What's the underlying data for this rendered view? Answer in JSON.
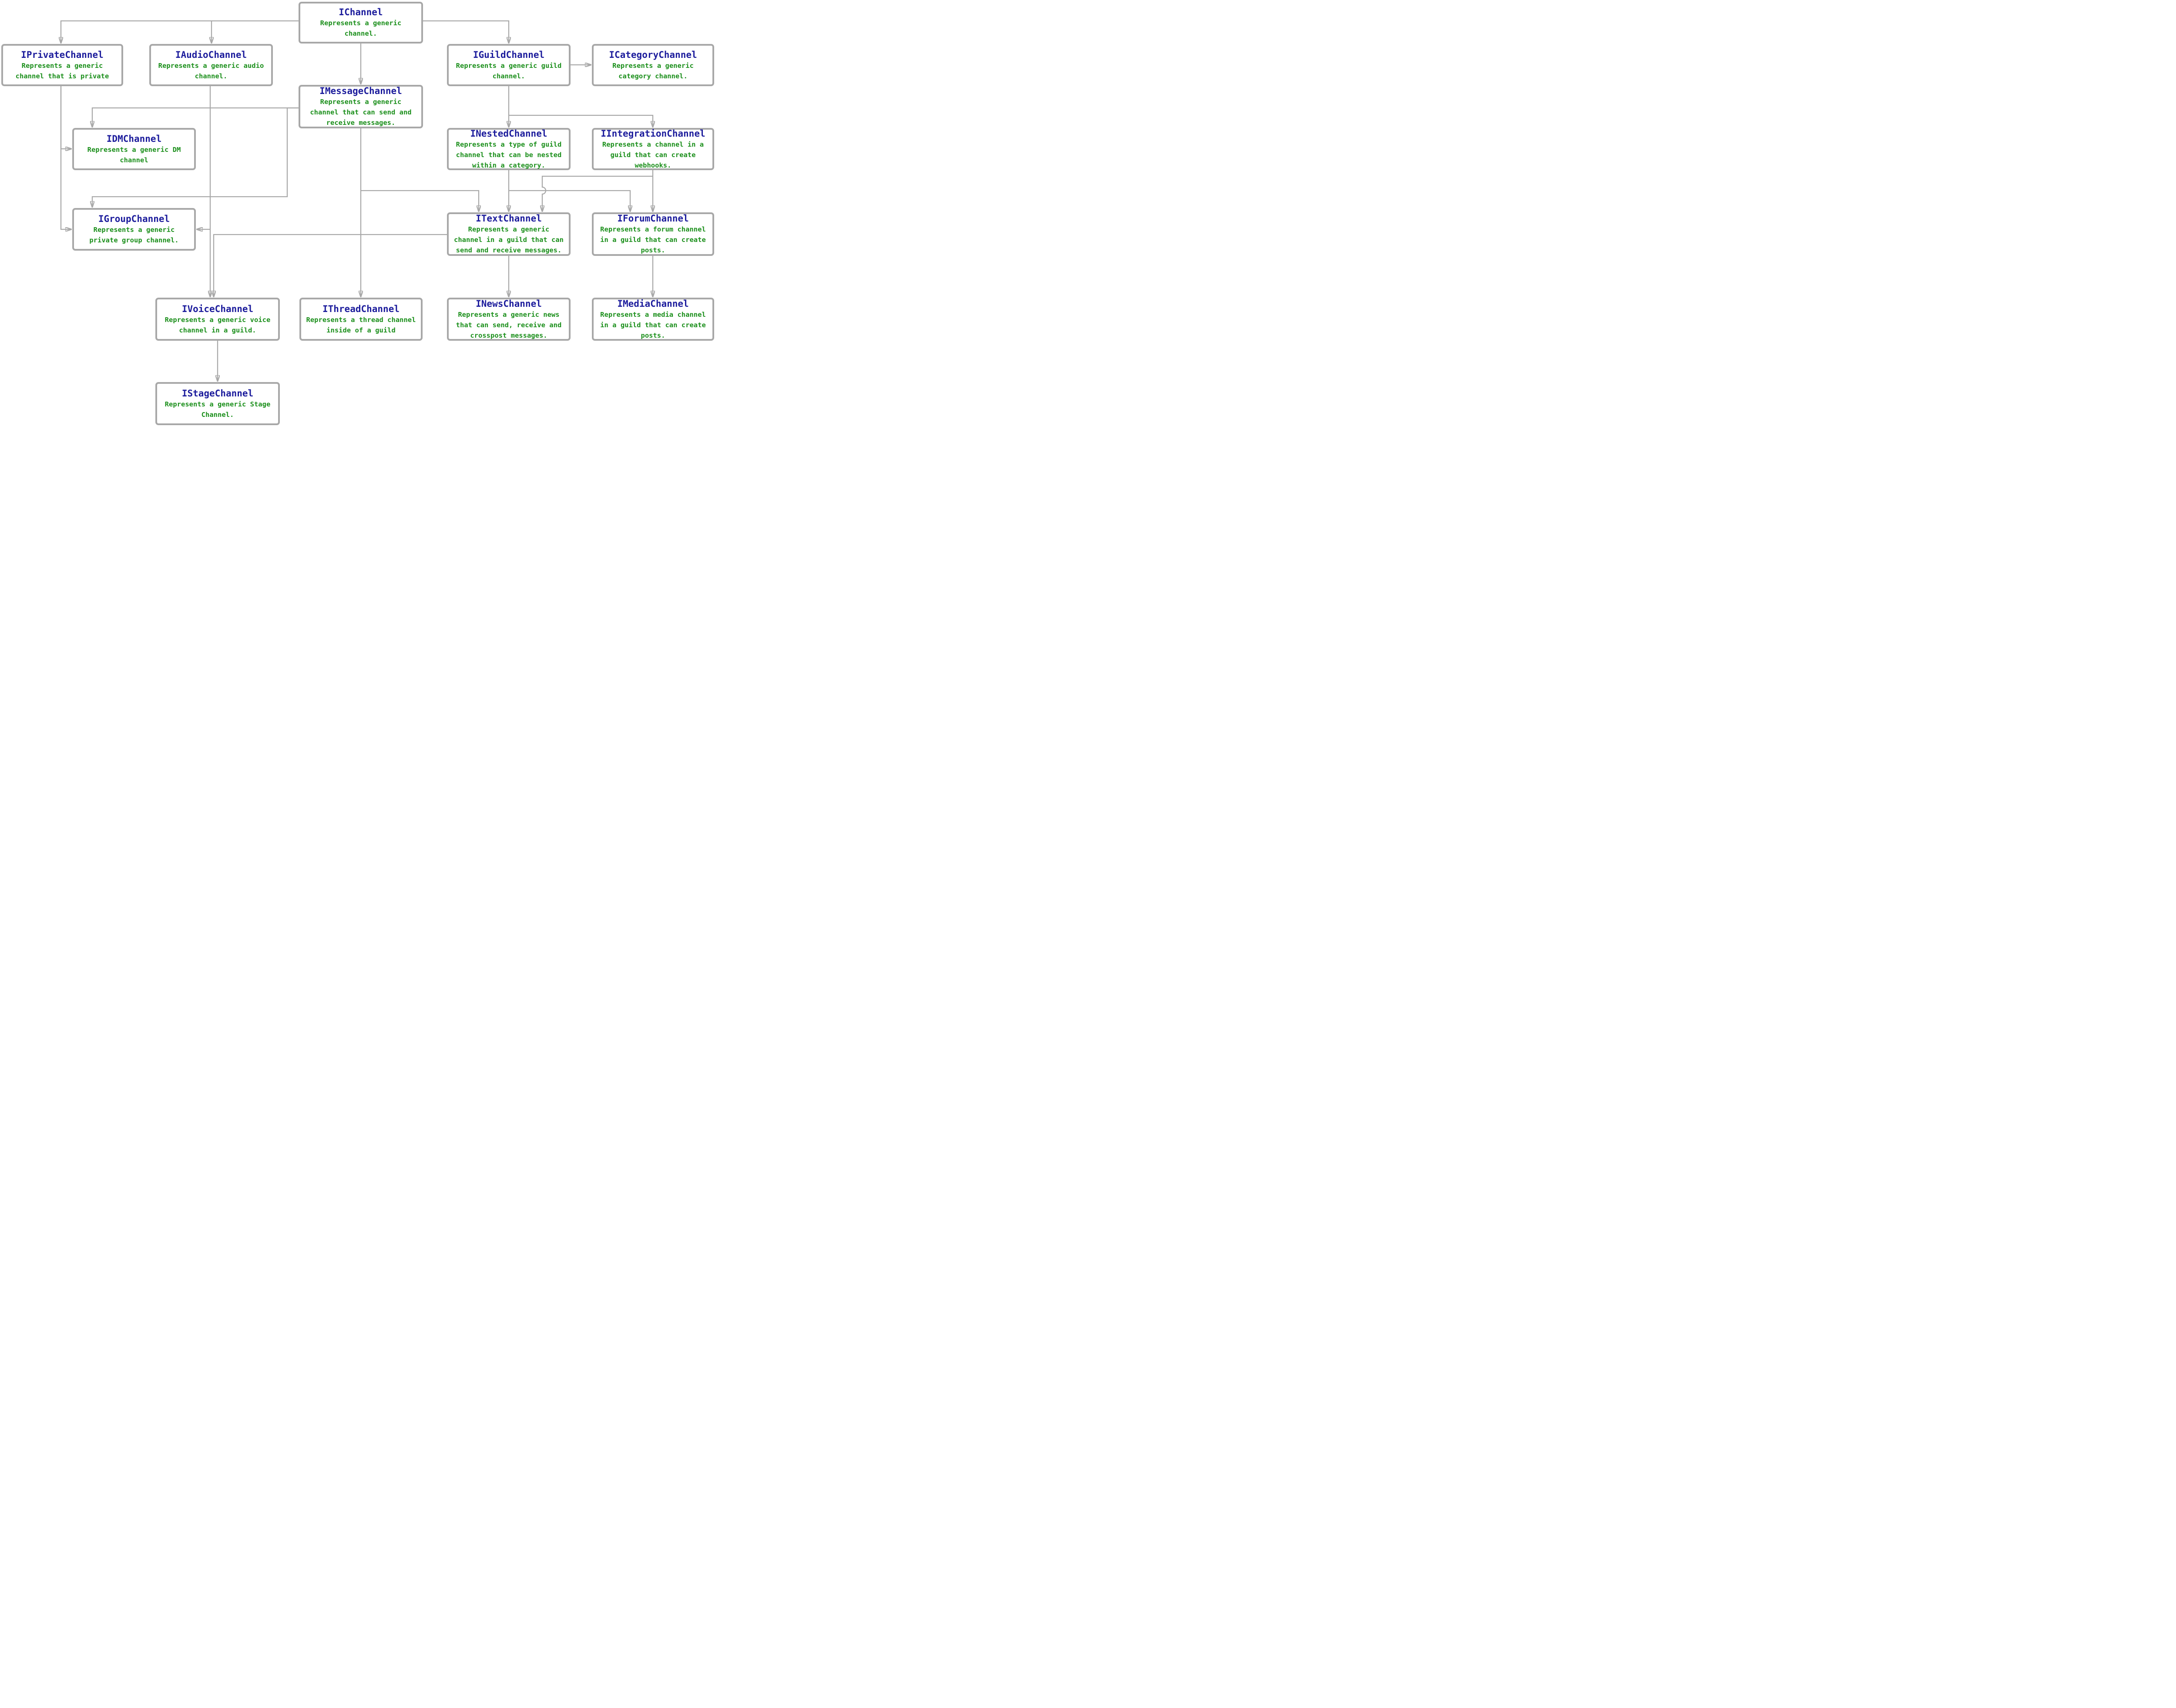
{
  "colors": {
    "node_border": "#a8a8a8",
    "edge": "#a8a8a8",
    "title_text": "#1c1c9c",
    "description_text": "#1b8f1b",
    "background": "#ffffff"
  },
  "nodes": {
    "ichannel": {
      "title": "IChannel",
      "description": "Represents a generic\nchannel."
    },
    "iprivatechannel": {
      "title": "IPrivateChannel",
      "description": "Represents a generic\nchannel that is private"
    },
    "iaudiochannel": {
      "title": "IAudioChannel",
      "description": "Represents a generic audio\nchannel."
    },
    "iguildchannel": {
      "title": "IGuildChannel",
      "description": "Represents a generic guild\nchannel."
    },
    "icategorychannel": {
      "title": "ICategoryChannel",
      "description": "Represents a generic\ncategory channel."
    },
    "imessagechannel": {
      "title": "IMessageChannel",
      "description": "Represents a generic\nchannel that can send and\nreceive messages."
    },
    "idmchannel": {
      "title": "IDMChannel",
      "description": "Represents a generic DM\nchannel"
    },
    "inestedchannel": {
      "title": "INestedChannel",
      "description": "Represents a type of guild\nchannel that can be nested\nwithin a category."
    },
    "iintegrationchannel": {
      "title": "IIntegrationChannel",
      "description": "Represents a channel in a\nguild that can create\nwebhooks."
    },
    "igroupchannel": {
      "title": "IGroupChannel",
      "description": "Represents a generic\nprivate group channel."
    },
    "itextchannel": {
      "title": "ITextChannel",
      "description": "Represents a generic\nchannel in a guild that can\nsend and receive messages."
    },
    "iforumchannel": {
      "title": "IForumChannel",
      "description": "Represents a forum channel\nin a guild that can create\nposts."
    },
    "ivoicechannel": {
      "title": "IVoiceChannel",
      "description": "Represents a generic voice\nchannel in a guild."
    },
    "ithreadchannel": {
      "title": "IThreadChannel",
      "description": "Represents a thread channel\ninside of a guild"
    },
    "inewschannel": {
      "title": "INewsChannel",
      "description": "Represents a generic news\nthat can send, receive and\ncrosspost messages."
    },
    "imediachannel": {
      "title": "IMediaChannel",
      "description": "Represents a media channel\nin a guild that can create\nposts."
    },
    "istagechannel": {
      "title": "IStageChannel",
      "description": "Represents a generic Stage\nChannel."
    }
  },
  "edges": [
    {
      "from": "IChannel",
      "to": "IPrivateChannel"
    },
    {
      "from": "IChannel",
      "to": "IAudioChannel"
    },
    {
      "from": "IChannel",
      "to": "IGuildChannel"
    },
    {
      "from": "IChannel",
      "to": "IMessageChannel"
    },
    {
      "from": "IGuildChannel",
      "to": "ICategoryChannel"
    },
    {
      "from": "IGuildChannel",
      "to": "INestedChannel"
    },
    {
      "from": "IGuildChannel",
      "to": "IIntegrationChannel"
    },
    {
      "from": "IMessageChannel",
      "to": "IDMChannel"
    },
    {
      "from": "IMessageChannel",
      "to": "IGroupChannel"
    },
    {
      "from": "IMessageChannel",
      "to": "IThreadChannel"
    },
    {
      "from": "IMessageChannel",
      "to": "ITextChannel"
    },
    {
      "from": "IPrivateChannel",
      "to": "IDMChannel"
    },
    {
      "from": "IPrivateChannel",
      "to": "IGroupChannel"
    },
    {
      "from": "IAudioChannel",
      "to": "IGroupChannel"
    },
    {
      "from": "IAudioChannel",
      "to": "IVoiceChannel"
    },
    {
      "from": "INestedChannel",
      "to": "ITextChannel"
    },
    {
      "from": "INestedChannel",
      "to": "IForumChannel"
    },
    {
      "from": "IIntegrationChannel",
      "to": "ITextChannel"
    },
    {
      "from": "IIntegrationChannel",
      "to": "IForumChannel"
    },
    {
      "from": "ITextChannel",
      "to": "IVoiceChannel"
    },
    {
      "from": "ITextChannel",
      "to": "INewsChannel"
    },
    {
      "from": "IForumChannel",
      "to": "IMediaChannel"
    },
    {
      "from": "IVoiceChannel",
      "to": "IStageChannel"
    }
  ]
}
